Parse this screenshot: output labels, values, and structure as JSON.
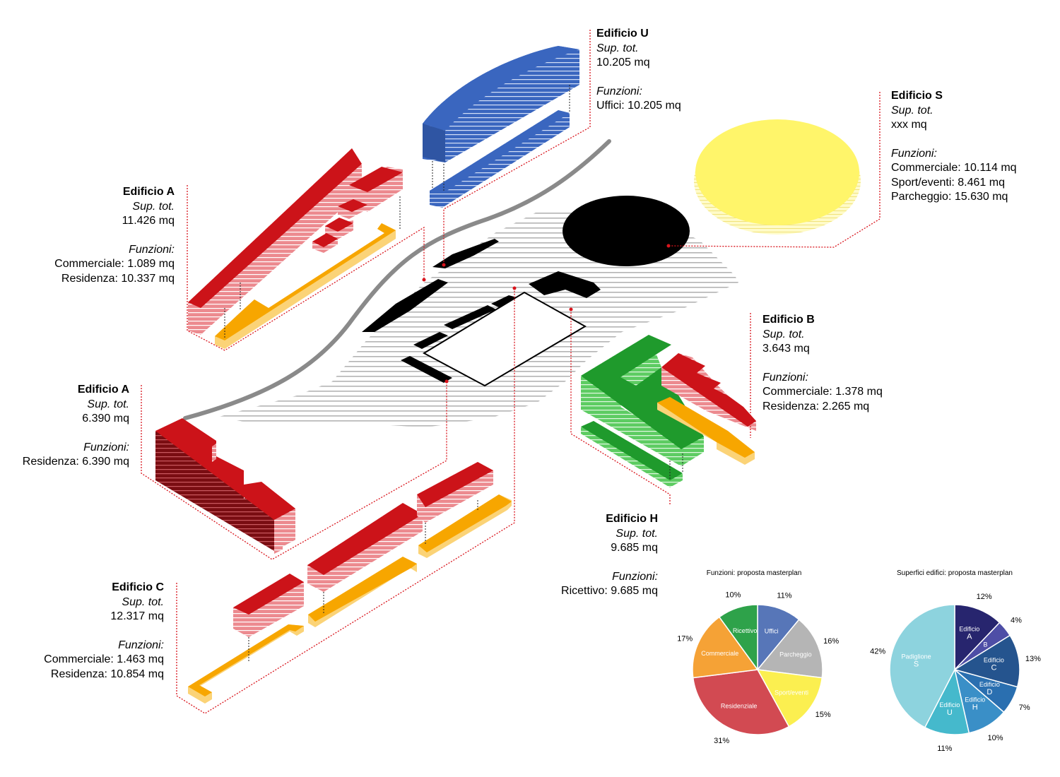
{
  "labels": {
    "u": {
      "title": "Edificio U",
      "sup_label": "Sup. tot.",
      "sup_value": "10.205 mq",
      "fun_label": "Funzioni:",
      "functions": [
        "Uffici: 10.205 mq"
      ]
    },
    "s": {
      "title": "Edificio S",
      "sup_label": "Sup. tot.",
      "sup_value": "xxx mq",
      "fun_label": "Funzioni:",
      "functions": [
        "Commerciale: 10.114 mq",
        "Sport/eventi: 8.461 mq",
        "Parcheggio: 15.630 mq"
      ]
    },
    "a1": {
      "title": "Edificio A",
      "sup_label": "Sup. tot.",
      "sup_value": "11.426 mq",
      "fun_label": "Funzioni:",
      "functions": [
        "Commerciale: 1.089 mq",
        "Residenza: 10.337 mq"
      ]
    },
    "a2": {
      "title": "Edificio A",
      "sup_label": "Sup. tot.",
      "sup_value": "6.390 mq",
      "fun_label": "Funzioni:",
      "functions": [
        "Residenza: 6.390 mq"
      ]
    },
    "b": {
      "title": "Edificio B",
      "sup_label": "Sup. tot.",
      "sup_value": "3.643 mq",
      "fun_label": "Funzioni:",
      "functions": [
        "Commerciale: 1.378 mq",
        "Residenza: 2.265 mq"
      ]
    },
    "h": {
      "title": "Edificio H",
      "sup_label": "Sup. tot.",
      "sup_value": "9.685 mq",
      "fun_label": "Funzioni:",
      "functions": [
        "Ricettivo: 9.685 mq"
      ]
    },
    "c": {
      "title": "Edificio C",
      "sup_label": "Sup. tot.",
      "sup_value": "12.317 mq",
      "fun_label": "Funzioni:",
      "functions": [
        "Commerciale: 1.463 mq",
        "Residenza: 10.854 mq"
      ]
    }
  },
  "colors": {
    "residenza": "#cc1319",
    "residenza_light": "#ec8a8f",
    "residenza_dark": "#7a0d12",
    "commerciale": "#f7a600",
    "commerciale_light": "#fbd377",
    "uffici": "#3a66bf",
    "uffici_light": "#9fb9ea",
    "ricettivo": "#1f9a2c",
    "ricettivo_light": "#8fe08f",
    "padiglione": "#fff56a",
    "padiglione_edge": "#f0e89a",
    "leader": "#d9141c",
    "road": "#8a8a8a",
    "hatch": "#b5b5b5"
  },
  "chart_data": [
    {
      "type": "pie",
      "title": "Funzioni: proposta masterplan",
      "categories": [
        "Uffici",
        "Parcheggio",
        "Sport/eventi",
        "Residenziale",
        "Commerciale",
        "Ricettivo"
      ],
      "values": [
        11,
        16,
        15,
        31,
        17,
        10
      ],
      "value_labels": [
        "11%",
        "16%",
        "15%",
        "31%",
        "17%",
        "10%"
      ],
      "colors": [
        "#5776b8",
        "#b5b5b5",
        "#fbef50",
        "#d24a52",
        "#f5a236",
        "#2ea24a"
      ],
      "label_colors": [
        "#ffffff",
        "#ffffff",
        "#ffffff",
        "#ffffff",
        "#ffffff",
        "#ffffff"
      ]
    },
    {
      "type": "pie",
      "title": "Superfici edifici: proposta masterplan",
      "categories": [
        "Edificio A",
        "B",
        "Edificio C",
        "Edificio D",
        "Edificio H",
        "Edificio U",
        "Padiglione S"
      ],
      "values": [
        12,
        4,
        13,
        7,
        10,
        11,
        42
      ],
      "value_labels": [
        "12%",
        "4%",
        "13%",
        "7%",
        "10%",
        "11%",
        "42%"
      ],
      "colors": [
        "#27256e",
        "#4e4ea6",
        "#25548e",
        "#2a6fb0",
        "#3a8fc7",
        "#45b9cc",
        "#8dd3de"
      ],
      "label_colors": [
        "#ffffff",
        "#ffffff",
        "#ffffff",
        "#ffffff",
        "#ffffff",
        "#ffffff",
        "#ffffff"
      ]
    }
  ]
}
